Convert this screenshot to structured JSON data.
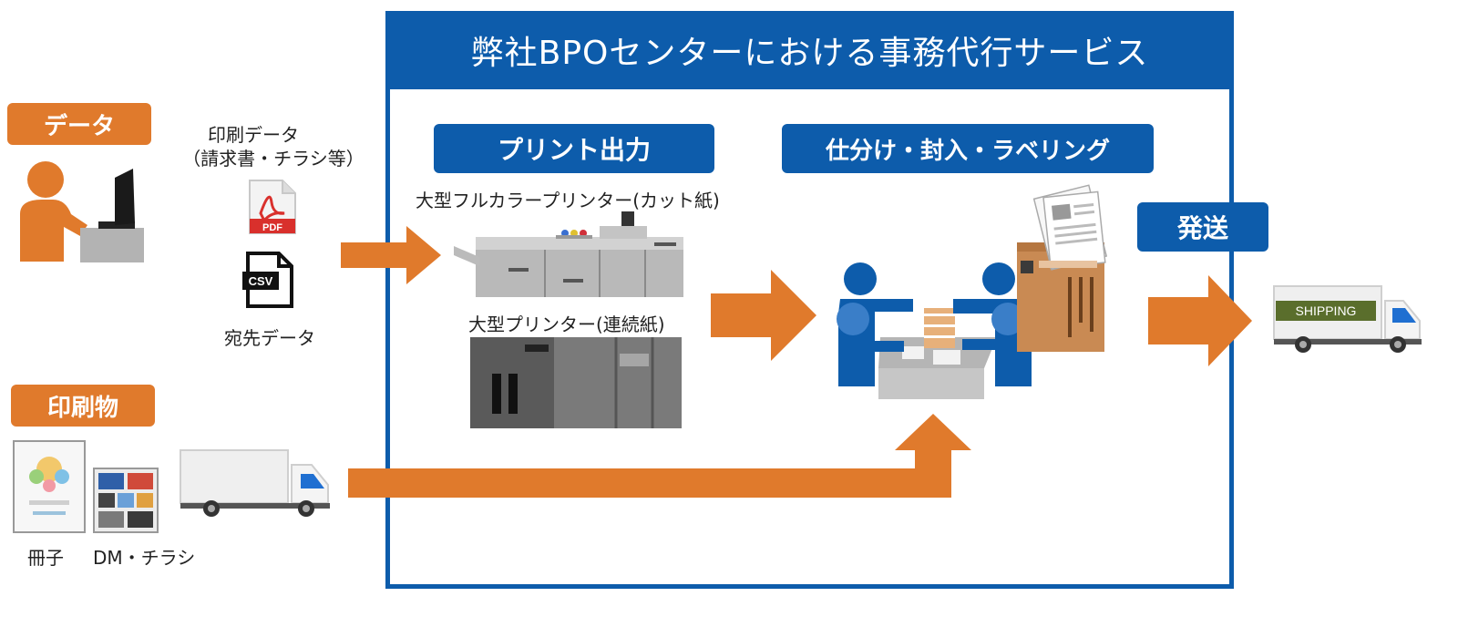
{
  "header": {
    "title": "弊社BPOセンターにおける事務代行サービス"
  },
  "left": {
    "data_tag": "データ",
    "print_data_line1": "印刷データ",
    "print_data_line2": "（請求書・チラシ等）",
    "pdf_label": "PDF",
    "csv_label": "CSV",
    "address_data": "宛先データ",
    "printed_tag": "印刷物",
    "booklet": "冊子",
    "dm_flyer": "DM・チラシ"
  },
  "center": {
    "print_tag": "プリント出力",
    "printer_cut": "大型フルカラープリンター(カット紙)",
    "printer_cont": "大型プリンター(連続紙)",
    "sort_tag": "仕分け・封入・ラベリング"
  },
  "right": {
    "ship_tag": "発送",
    "truck_text": "SHIPPING"
  },
  "colors": {
    "orange": "#e07a2c",
    "blue": "#0d5cab",
    "gray": "#9a9a9a"
  }
}
